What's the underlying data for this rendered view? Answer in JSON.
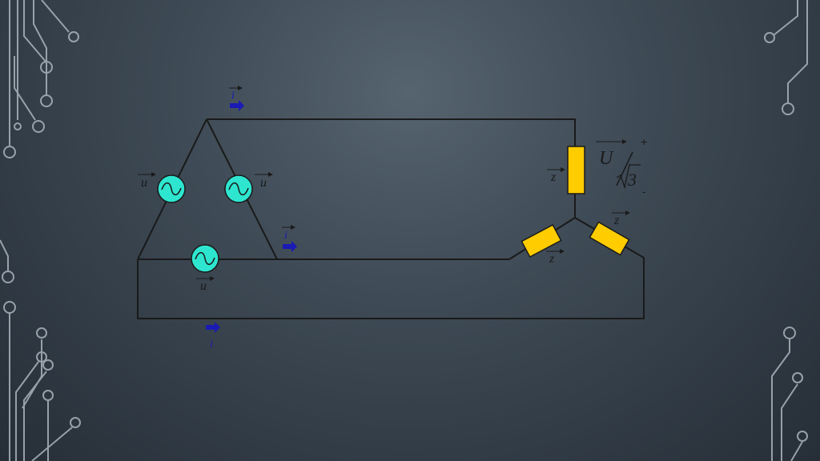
{
  "colors": {
    "background_center": "#566470",
    "background_edge": "#262e37",
    "wire": "#1a1a1a",
    "source_fill": "#2ee6d0",
    "load_fill": "#ffcc00",
    "arrow_blue": "#1a1ab4",
    "circuit_deco": "#a9b4bc"
  },
  "labels": {
    "source_voltage": "u",
    "line_current": "i",
    "load_impedance": "z",
    "phase_voltage_num": "U",
    "phase_voltage_den": "3",
    "plus": "+",
    "minus": "-"
  },
  "icons": {
    "source": "ac-source-icon",
    "load": "impedance-resistor-icon",
    "current": "current-arrow-icon",
    "decoration": "circuit-trace-decoration"
  }
}
